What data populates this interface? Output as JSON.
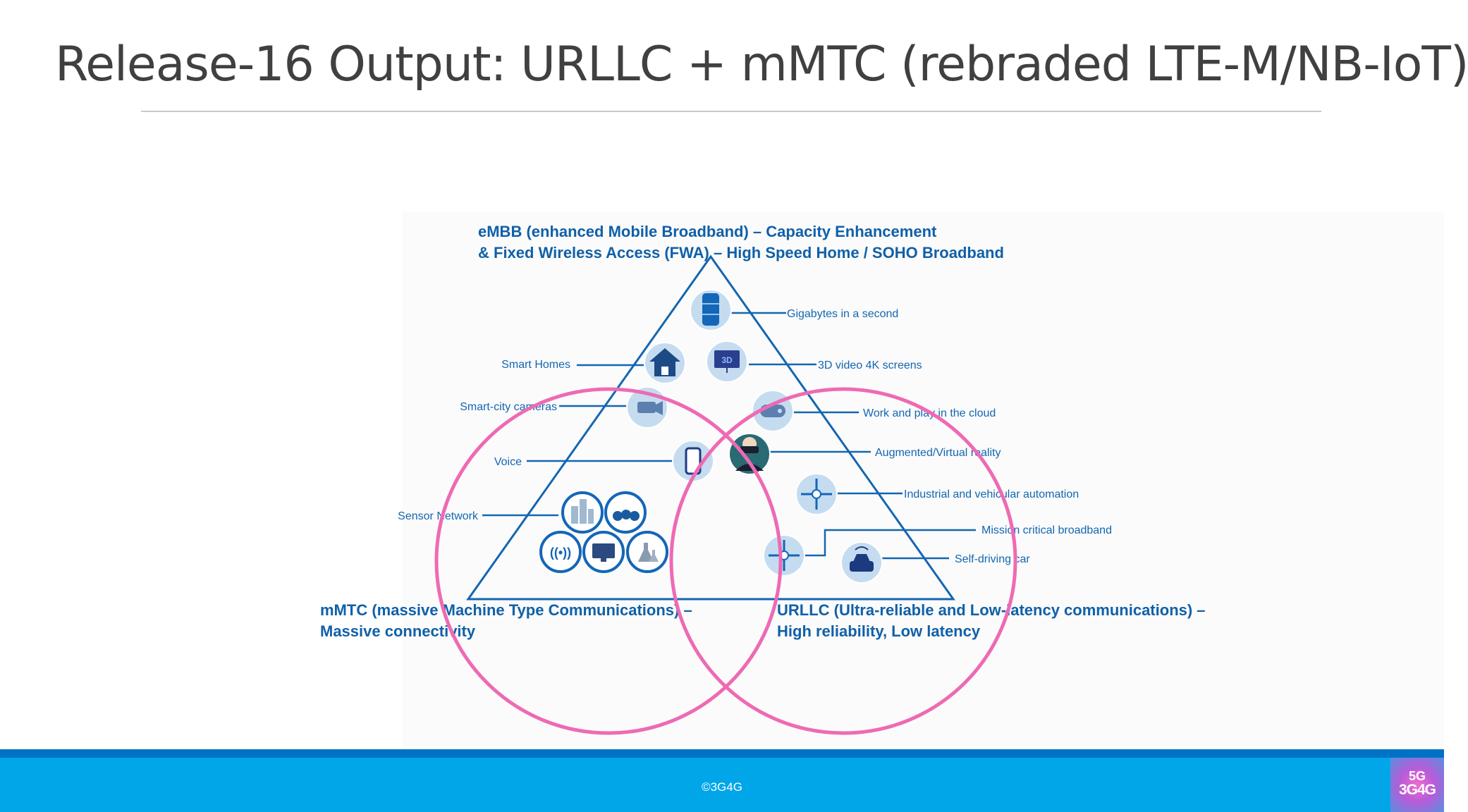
{
  "slide": {
    "title": "Release-16 Output: URLLC + mMTC (rebraded LTE-M/NB-IoT)"
  },
  "diagram": {
    "embb_heading": [
      "eMBB (enhanced Mobile Broadband) – Capacity Enhancement",
      "& Fixed Wireless Access (FWA) – High Speed Home / SOHO Broadband"
    ],
    "mmtc_heading": [
      "mMTC (massive Machine Type Communications) –",
      "Massive connectivity"
    ],
    "urllc_heading": [
      "URLLC (Ultra-reliable and Low-latency communications) –",
      "High reliability, Low latency"
    ],
    "left_labels": [
      "Smart Homes",
      "Smart-city cameras",
      "Voice",
      "Sensor Network"
    ],
    "right_labels": [
      "Gigabytes in a second",
      "3D video 4K screens",
      "Work and play in the cloud",
      "Augmented/Virtual reality",
      "Industrial and vehicular automation",
      "Mission critical broadband",
      "Self-driving car"
    ],
    "icons": [
      "server-stack-icon",
      "smart-home-icon",
      "3d-screen-icon",
      "camera-icon",
      "gamepad-icon",
      "phone-icon",
      "vr-headset-icon",
      "automation-icon",
      "critical-broadband-icon",
      "self-driving-car-icon",
      "city-wifi-icon",
      "water-drops-icon",
      "sensor-signal-icon",
      "monitor-icon",
      "lab-flask-icon"
    ],
    "icon_glyphs": {
      "screen": "3D",
      "signal": "((•))"
    },
    "colors": {
      "diagram_blue": "#1366b1",
      "heading_blue": "#1060a8",
      "highlight_circle": "#ee6ab4",
      "icon_fill": "#c5dcf0"
    }
  },
  "footer": {
    "copyright": "©3G4G",
    "logo_line1": "5G",
    "logo_line2": "3G4G"
  }
}
